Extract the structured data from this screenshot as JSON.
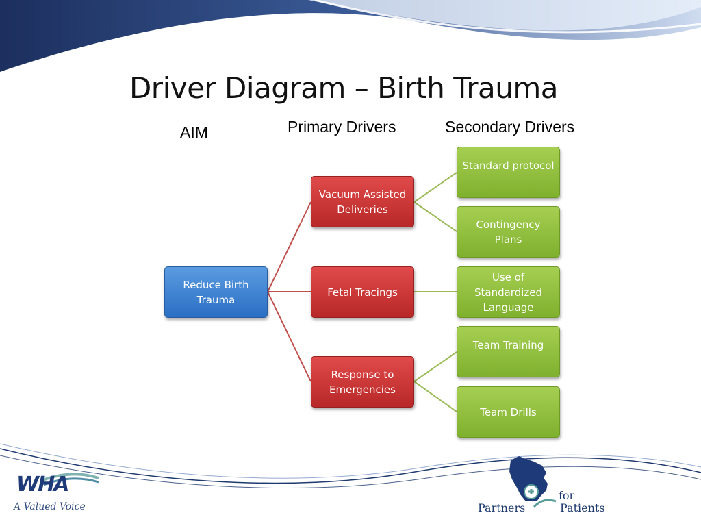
{
  "slide": {
    "title": "Driver Diagram – Birth Trauma"
  },
  "columns": {
    "aim": "AIM",
    "primary": "Primary Drivers",
    "secondary": "Secondary Drivers"
  },
  "aim_box": {
    "line1": "Reduce Birth",
    "line2": "Trauma"
  },
  "primary_drivers": [
    {
      "line1": "Vacuum Assisted",
      "line2": "Deliveries"
    },
    {
      "line1": "Fetal Tracings"
    },
    {
      "line1": "Response to",
      "line2": "Emergencies"
    }
  ],
  "secondary_drivers": [
    {
      "line1": "Standard protocol"
    },
    {
      "line1": "Contingency",
      "line2": "Plans"
    },
    {
      "line1": "Use of",
      "line2": "Standardized",
      "line3": "Language"
    },
    {
      "line1": "Team Training"
    },
    {
      "line1": "Team Drills"
    }
  ],
  "logos": {
    "left": {
      "mark": "WHA",
      "tagline": "A Valued Voice"
    },
    "right": {
      "word1": "Partners",
      "word2": "for",
      "word3": "Patients"
    }
  },
  "colors": {
    "aim": "#3a82d4",
    "primary": "#c83232",
    "secondary": "#8dbd3c",
    "primary_connector": "#c0504d",
    "secondary_connector": "#9bbb59",
    "header_band": "#1f3a6e"
  }
}
